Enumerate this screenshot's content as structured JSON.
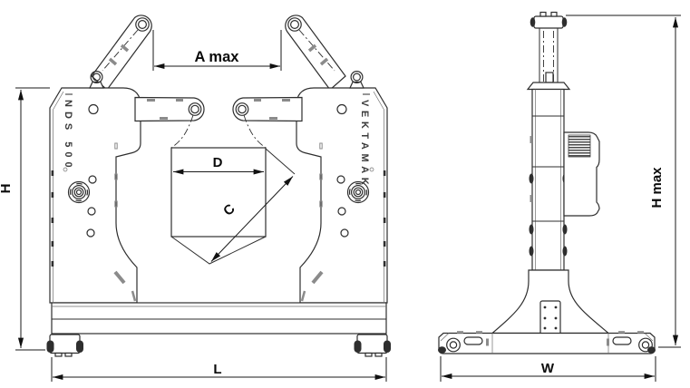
{
  "drawing": {
    "labels": {
      "a_max": "A max",
      "d": "D",
      "c": "C",
      "h": "H",
      "l": "L",
      "h_max": "H max",
      "w": "W"
    },
    "plates": {
      "left_text": "NDS 500",
      "right_text": "VEKTAMAK"
    },
    "colors": {
      "line": "#2e2e2e",
      "tick_gray": "#8b8b8b",
      "background": "#ffffff"
    }
  }
}
